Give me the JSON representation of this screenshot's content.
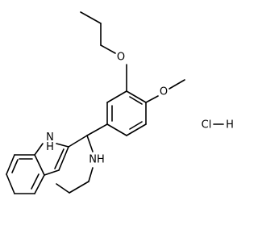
{
  "molecule": {
    "atom_labels": {
      "indole_nh": "N\nH",
      "ring_nh": "NH",
      "ether_o_propoxy": "O",
      "ether_o_methoxy": "O",
      "salt_cl": "Cl",
      "salt_h": "H",
      "salt_bond": "—"
    }
  }
}
